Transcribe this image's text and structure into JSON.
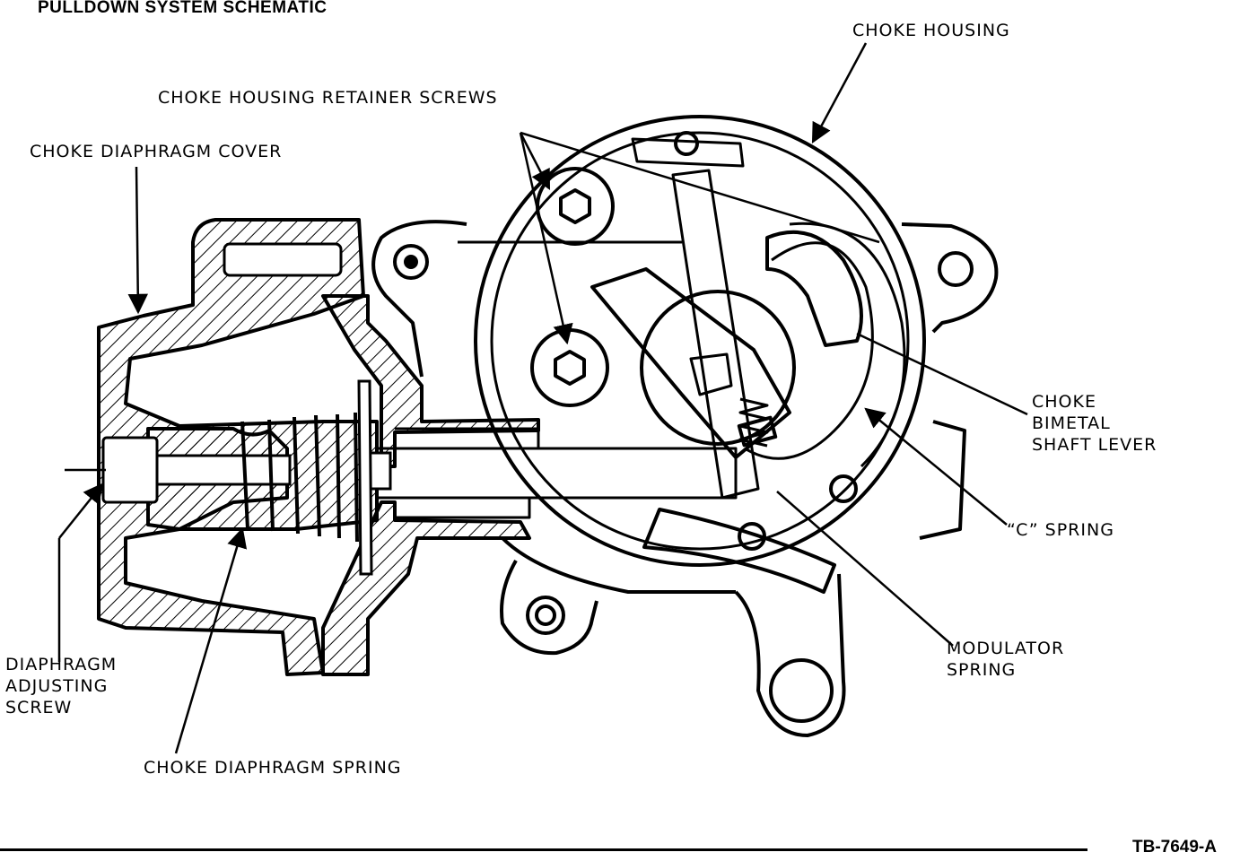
{
  "title": "PULLDOWN SYSTEM SCHEMATIC",
  "figure_id": "TB-7649-A",
  "labels": {
    "choke_housing": "CHOKE HOUSING",
    "retainer_screws": "CHOKE HOUSING RETAINER SCREWS",
    "diaphragm_cover": "CHOKE DIAPHRAGM COVER",
    "bimetal_lever": [
      "CHOKE",
      "BIMETAL",
      "SHAFT LEVER"
    ],
    "c_spring": "“C” SPRING",
    "modulator_spring": [
      "MODULATOR",
      "SPRING"
    ],
    "adjusting_screw": [
      "DIAPHRAGM",
      "ADJUSTING",
      "SCREW"
    ],
    "diaphragm_spring": "CHOKE DIAPHRAGM SPRING"
  },
  "colors": {
    "ink": "#000000",
    "paper": "#ffffff"
  }
}
